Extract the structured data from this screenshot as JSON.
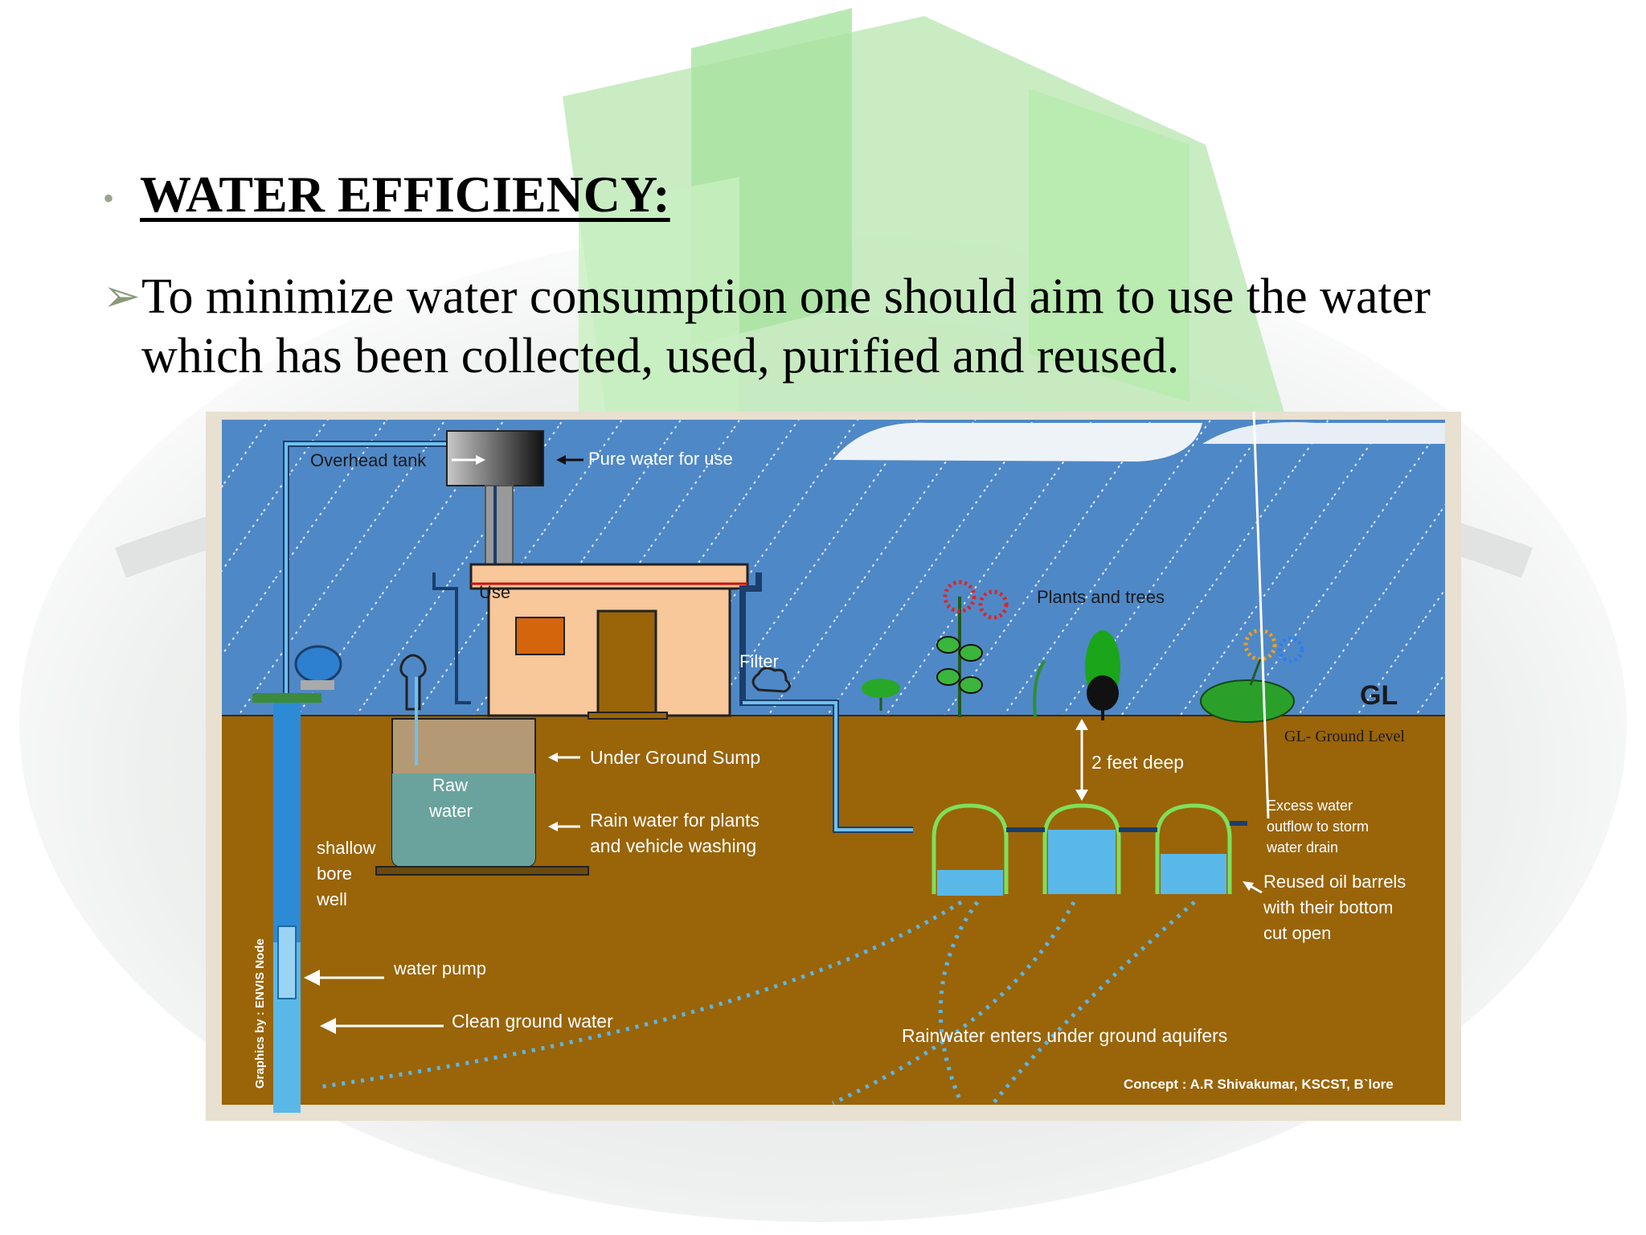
{
  "slide": {
    "heading": "WATER EFFICIENCY:",
    "body": "To minimize water consumption one should aim to use the water which has been collected, used, purified and reused."
  },
  "diagram": {
    "labels": {
      "overhead_tank": "Overhead tank",
      "pure_water": "Pure water for use",
      "use": "Use",
      "filter": "Filter",
      "plants_trees": "Plants and trees",
      "gl": "GL",
      "gl_ground_level": "GL- Ground Level",
      "under_ground_sump": "Under Ground Sump",
      "raw_water_1": "Raw",
      "raw_water_2": "water",
      "rain_water_1": "Rain water for plants",
      "rain_water_2": "and vehicle washing",
      "shallow_1": "shallow",
      "shallow_2": "bore",
      "shallow_3": "well",
      "two_feet": "2 feet deep",
      "excess_1": "Excess water",
      "excess_2": "outflow to storm",
      "excess_3": "water drain",
      "reused_1": "Reused oil barrels",
      "reused_2": "with their bottom",
      "reused_3": "cut open",
      "water_pump": "water pump",
      "clean_ground": "Clean ground water",
      "rainwater_aquifers": "Rainwater enters under ground aquifers",
      "graphics_by": "Graphics by : ENVIS Node",
      "concept": "Concept : A.R Shivakumar, KSCST, B`lore"
    },
    "colors": {
      "sky": "#4f88c6",
      "soil": "#9a6409",
      "water": "#5ab8e8",
      "house": "#f8c79a",
      "barrel": "#7ee05a"
    }
  }
}
